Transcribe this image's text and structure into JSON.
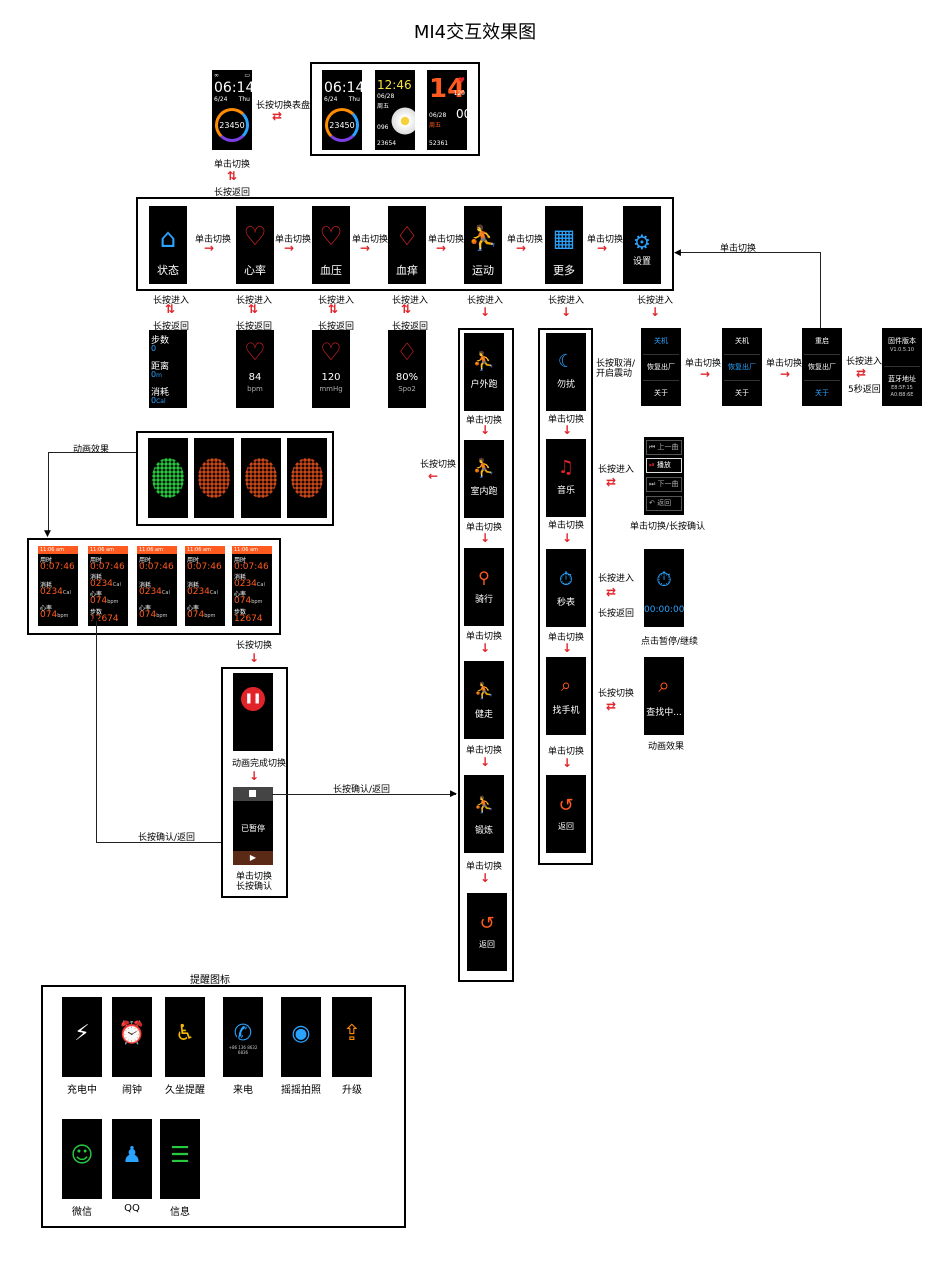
{
  "title": "MI4交互效果图",
  "watch": {
    "time": "06:14",
    "date": "6/24",
    "weekday": "Thu",
    "steps": "23450",
    "face2_time": "12:46",
    "face2_date": "06/28",
    "face2_week": "周五",
    "face2_num": "096",
    "face2_steps": "23654",
    "face3_digits": "14",
    "face3_digits2": "00",
    "face3_hr": "120",
    "face3_date": "06/28",
    "face3_week": "周五",
    "face3_steps": "52361"
  },
  "labels": {
    "long_press_switch_face": "长按切换表盘",
    "tap_switch": "单击切换",
    "long_press_return": "长按返回",
    "long_press_enter": "长按进入",
    "long_press_switch": "长按切换",
    "long_cancel_vibrate_1": "长按取消/",
    "long_cancel_vibrate_2": "开启震动",
    "long_press_enter_short": "长按进入",
    "five_sec_return": "5秒返回",
    "animation_effect": "动画效果",
    "tap_switch_long_confirm": "单击切换/长按确认",
    "tap_pause_continue": "点击暂停/继续",
    "animation_done_switch": "动画完成切换",
    "long_confirm_return": "长按确认/返回",
    "tap_switch_2": "单击切换",
    "long_confirm_2": "长按确认",
    "reminder_icons": "提醒图标"
  },
  "menu": [
    {
      "label": "状态"
    },
    {
      "label": "心率"
    },
    {
      "label": "血压"
    },
    {
      "label": "血痒"
    },
    {
      "label": "运动"
    },
    {
      "label": "更多"
    },
    {
      "label": "设置"
    }
  ],
  "status": {
    "steps": "步数",
    "steps_val": "0",
    "distance": "距离",
    "distance_val": "0",
    "distance_unit": "m",
    "calories": "消耗",
    "calories_val": "0",
    "calories_unit": "Cal"
  },
  "hr": {
    "value": "84",
    "unit": "bpm"
  },
  "bp": {
    "value": "120",
    "unit": "mmHg"
  },
  "spo2": {
    "value": "80%",
    "unit": "Spo2"
  },
  "sports": [
    "户外跑",
    "室内跑",
    "骑行",
    "健走",
    "锻炼",
    "返回"
  ],
  "more": [
    "勿扰",
    "音乐",
    "秒表",
    "找手机",
    "返回"
  ],
  "settings1": [
    "关机",
    "恢复出厂",
    "关于"
  ],
  "settings2": [
    "关机",
    "恢复出厂",
    "关于"
  ],
  "settings3": [
    "重启",
    "恢复出厂",
    "关于"
  ],
  "firmware": {
    "title": "固件版本",
    "version": "V1.0.5.10",
    "bt_title": "蓝牙地址",
    "bt1": "E8:5F:15",
    "bt2": "A0:B8:6E"
  },
  "music": [
    "上一曲",
    "播放",
    "下一曲",
    "返回"
  ],
  "stopwatch": {
    "time": "00:00:00"
  },
  "findphone": {
    "label": "查找中..."
  },
  "workout": {
    "header_time": "11:06 am",
    "duration_label": "用时",
    "duration": "0:07:46",
    "cal_label": "消耗",
    "cal": "0234",
    "cal_unit": "Cal",
    "hr_label": "心率",
    "hr": "074",
    "hr_unit": "bpm",
    "steps_label": "步数",
    "steps": "12674"
  },
  "paused": {
    "label": "已暂停"
  },
  "reminders": [
    "充电中",
    "闹钟",
    "久坐提醒",
    "来电",
    "摇摇拍照",
    "升级",
    "微信",
    "QQ",
    "信息"
  ],
  "reminder_call_number": "+86 136 8632 6836"
}
